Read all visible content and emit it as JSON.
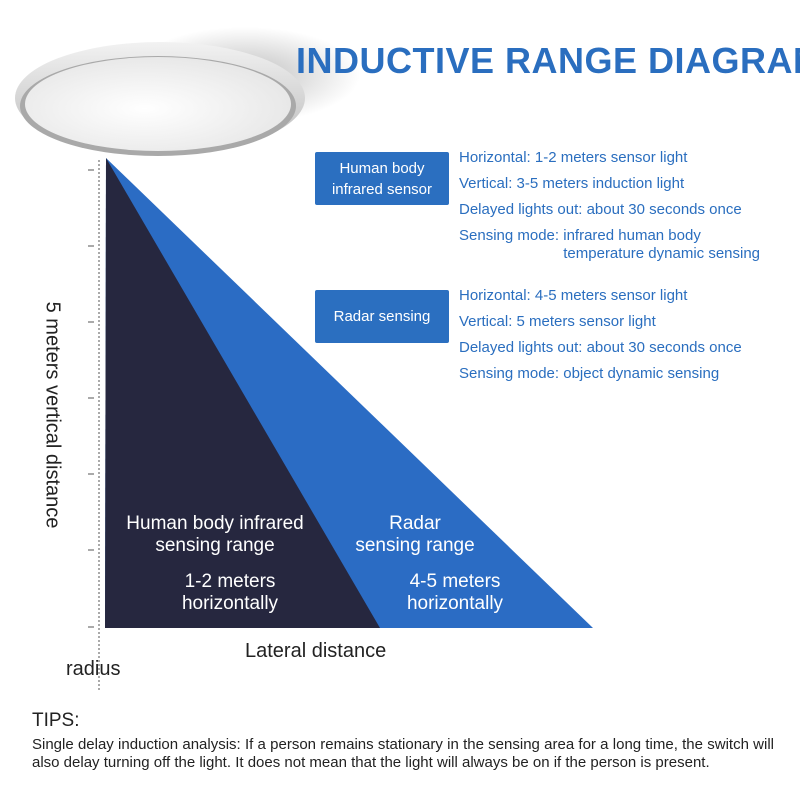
{
  "title": "INDUCTIVE RANGE DIAGRAM",
  "sensors": [
    {
      "label": "Human body\ninfrared sensor",
      "specs": [
        {
          "key": "Horizontal:",
          "value": "1-2 meters sensor light"
        },
        {
          "key": "Vertical:",
          "value": "3-5 meters induction light"
        },
        {
          "key": "Delayed lights out:",
          "value": "about 30 seconds once"
        },
        {
          "key": "Sensing mode:",
          "value": "infrared human body\ntemperature dynamic sensing"
        }
      ]
    },
    {
      "label": "Radar sensing",
      "specs": [
        {
          "key": "Horizontal:",
          "value": "4-5 meters sensor light"
        },
        {
          "key": "Vertical:",
          "value": "5 meters sensor light"
        },
        {
          "key": "Delayed lights out:",
          "value": "about 30 seconds once"
        },
        {
          "key": "Sensing mode:",
          "value": "object dynamic sensing"
        }
      ]
    }
  ],
  "diagram": {
    "vertical_axis_label": "5 meters vertical distance",
    "horizontal_axis_label": "Lateral distance",
    "radius_label": "radius",
    "infrared_range": {
      "name": "Human body infrared\nsensing range",
      "value": "1-2 meters\nhorizontally",
      "color": "#26273f"
    },
    "radar_range": {
      "name": "Radar\nsensing range",
      "value": "4-5 meters\nhorizontally",
      "color": "#2b6cc4"
    }
  },
  "tips": {
    "title": "TIPS:",
    "body": "Single delay induction analysis: If a person remains stationary in the sensing area for a long time, the switch will also delay turning off the light. It does not mean that  the light will always be on if the person is present."
  }
}
